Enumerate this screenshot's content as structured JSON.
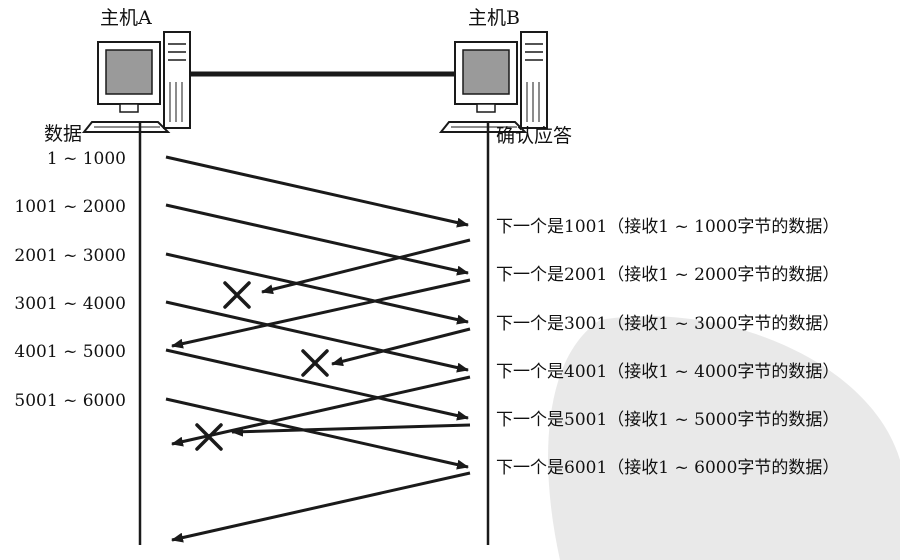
{
  "hosts": {
    "a": "主机A",
    "b": "主机B"
  },
  "columns": {
    "left": "数据",
    "right": "确认应答"
  },
  "segments": [
    "1 ~ 1000",
    "1001 ~ 2000",
    "2001 ~ 3000",
    "3001 ~ 4000",
    "4001 ~ 5000",
    "5001 ~ 6000"
  ],
  "acks": [
    "下一个是1001（接收1 ~ 1000字节的数据）",
    "下一个是2001（接收1 ~ 2000字节的数据）",
    "下一个是3001（接收1 ~ 3000字节的数据）",
    "下一个是4001（接收1 ~ 4000字节的数据）",
    "下一个是5001（接收1 ~ 5000字节的数据）",
    "下一个是6001（接收1 ~ 6000字节的数据）"
  ],
  "lost_acks": [
    1001,
    3001,
    5001
  ],
  "colors": {
    "line": "#1a1a1a",
    "background": "#ffffff"
  },
  "icons": [
    "computer-icon",
    "computer-icon",
    "lost-x-icon"
  ]
}
